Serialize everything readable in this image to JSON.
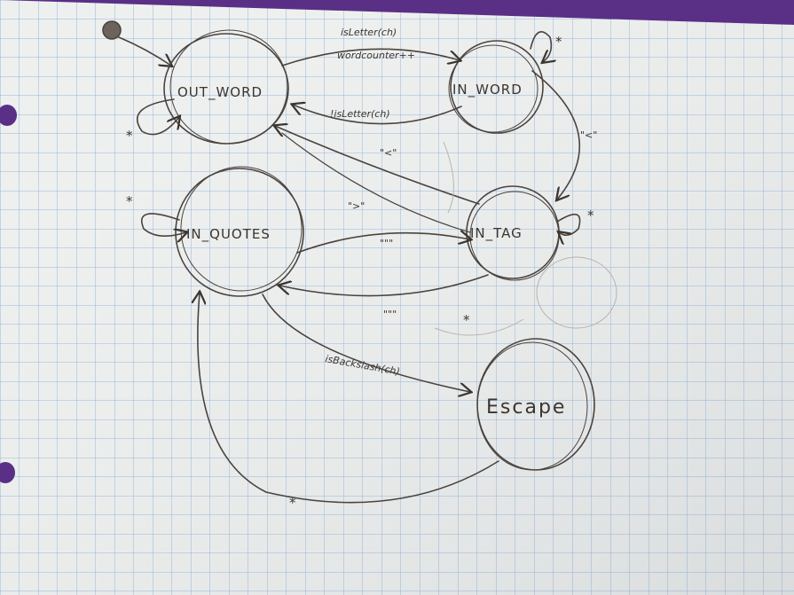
{
  "diagram": {
    "states": {
      "out_word": "OUT_WORD",
      "in_word": "IN_WORD",
      "in_quotes": "IN_QUOTES",
      "in_tag": "IN_TAG",
      "escape": "Escape"
    },
    "edges": {
      "out_to_in_word_cond": "isLetter(ch)",
      "out_to_in_word_action": "wordcounter++",
      "in_word_to_out": "!isLetter(ch)",
      "in_word_to_in_tag": "\"<\"",
      "in_tag_to_out_word": "\"<\"",
      "in_tag_to_out_word_2": "\">\"",
      "quotes_to_tag": "\"\"\"",
      "tag_to_quotes": "\"\"\"",
      "quotes_to_escape": "isBackslash(ch)",
      "escape_to_quotes": "*",
      "self_loop_out": "*",
      "self_loop_in_word": "*",
      "self_loop_quotes": "*",
      "self_loop_tag": "*",
      "tag_extra_star": "*"
    }
  }
}
